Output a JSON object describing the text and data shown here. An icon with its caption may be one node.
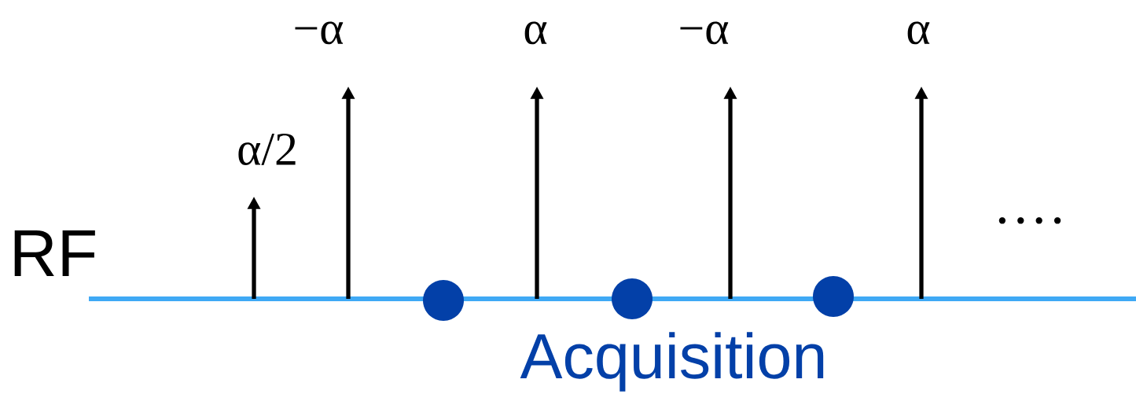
{
  "diagram": {
    "labels": [
      "α/2",
      "−α",
      "α",
      "−α",
      "α",
      "RF",
      "····",
      "Acquisition"
    ]
  }
}
